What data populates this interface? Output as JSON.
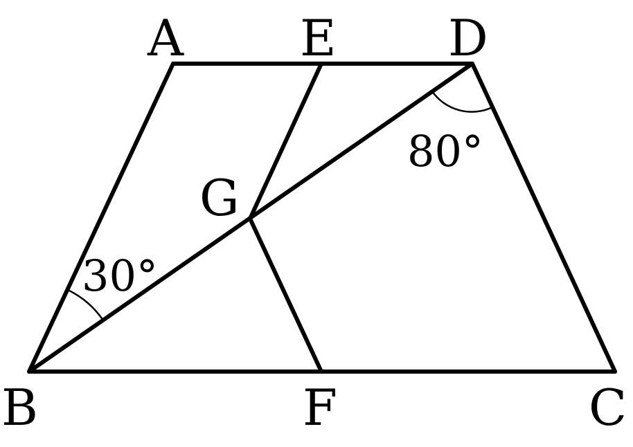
{
  "points": {
    "A": "A",
    "E": "E",
    "D": "D",
    "G": "G",
    "B": "B",
    "F": "F",
    "C": "C"
  },
  "angles": {
    "B": "30°",
    "D": "80°"
  }
}
